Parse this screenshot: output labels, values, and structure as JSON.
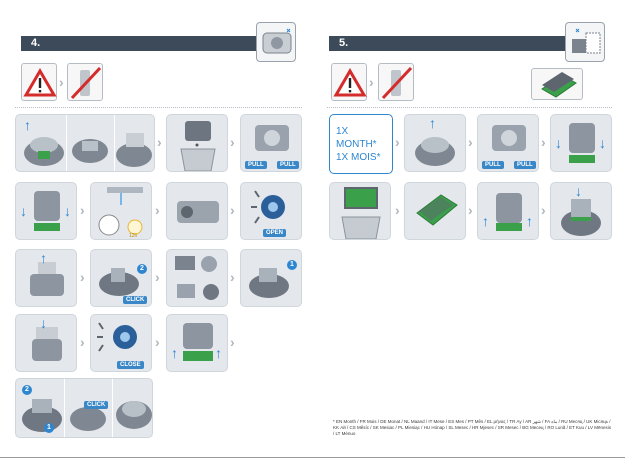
{
  "left_page": {
    "step_number": "4.",
    "labels": {
      "pull_left": "PULL",
      "pull_right": "PULL",
      "open": "OPEN",
      "click_a": "CLICK",
      "click_b": "CLICK",
      "close": "CLOSE",
      "click_c": "CLICK",
      "timer": "12h"
    }
  },
  "right_page": {
    "step_number": "5.",
    "frequency_line1": "1X MONTH*",
    "frequency_line2": "1X MOIS*",
    "labels": {
      "pull_left": "PULL",
      "pull_right": "PULL"
    },
    "footnote": "* EN Month / FR Mois / DE Monat / NL Maand / IT Mese / ES Mes / PT Mês / EL μήνας / TR Ay / AR شهر / FA ماه / RU Месяц / UK Місяць / KK Ай / CS Měsíc / SK Mesiac / PL Miesiąc / HU Hónap / SL Mesec / HR Mjesec / SR Mesec / BG Месец / RO Lună / ET Kuu / LV Mēnesis / LT Mėnuo"
  },
  "colors": {
    "header_bar": "#3d4a5a",
    "accent_blue": "#2e86d0",
    "warning_red": "#d42b2b"
  }
}
